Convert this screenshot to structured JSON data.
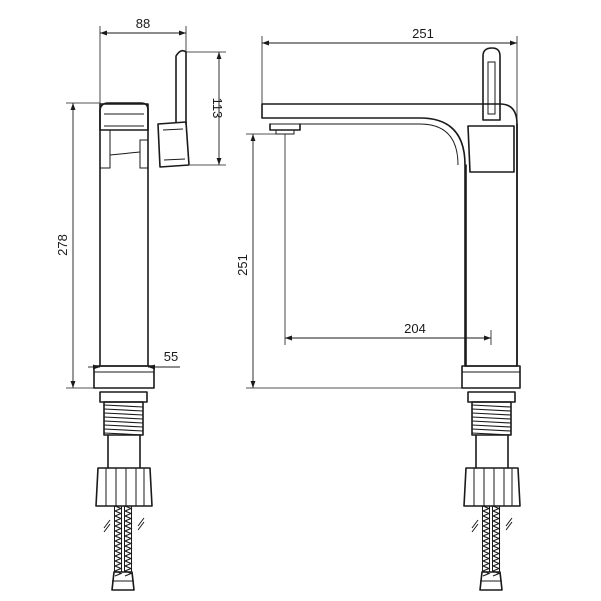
{
  "dimensions": {
    "side_handle_width": "88",
    "side_handle_height": "113",
    "side_total_height": "278",
    "side_base_width": "55",
    "front_spout_length": "251",
    "front_outlet_height": "251",
    "front_outlet_projection": "204"
  },
  "colors": {
    "line": "#1a1a1a",
    "background": "#ffffff"
  }
}
